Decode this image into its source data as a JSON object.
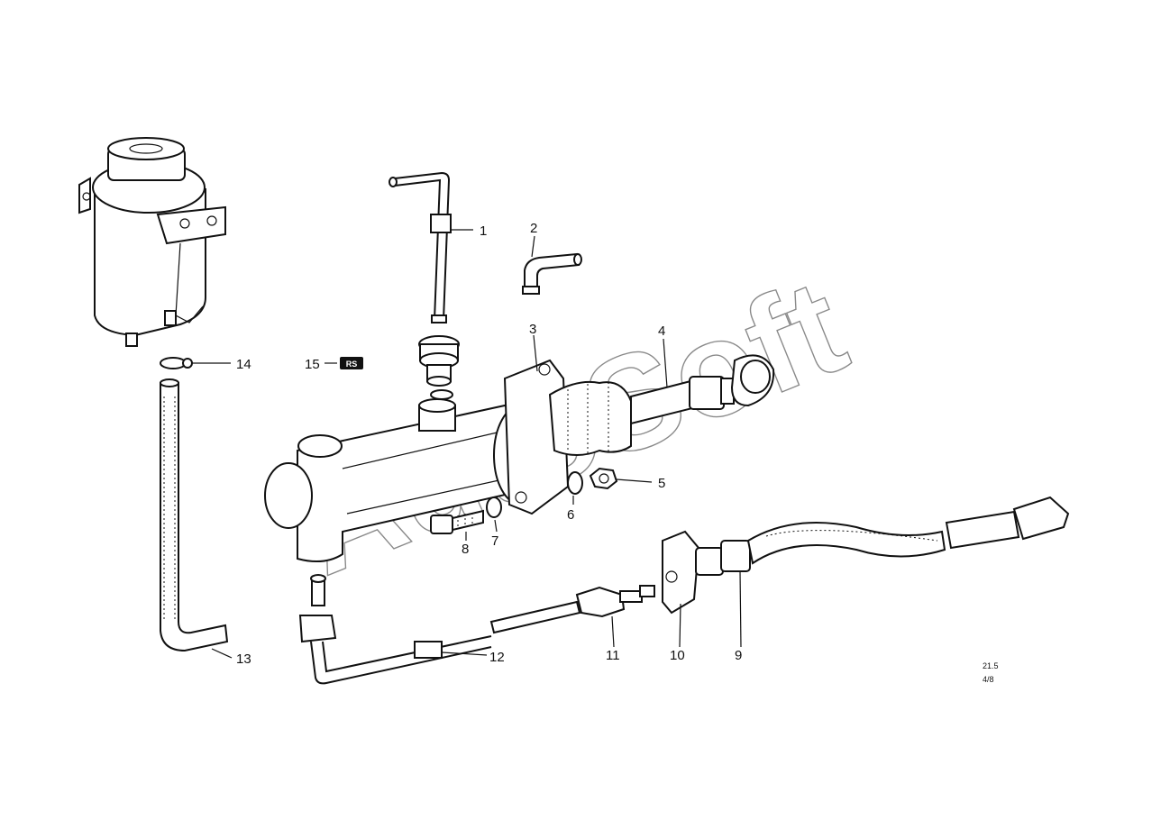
{
  "callouts": [
    "1",
    "2",
    "3",
    "4",
    "5",
    "6",
    "7",
    "8",
    "9",
    "10",
    "11",
    "12",
    "13",
    "14",
    "15"
  ],
  "ref_box_label": "RS",
  "footer": {
    "line1": "21.5",
    "line2": "4/8"
  },
  "watermark": "AutoSoft"
}
